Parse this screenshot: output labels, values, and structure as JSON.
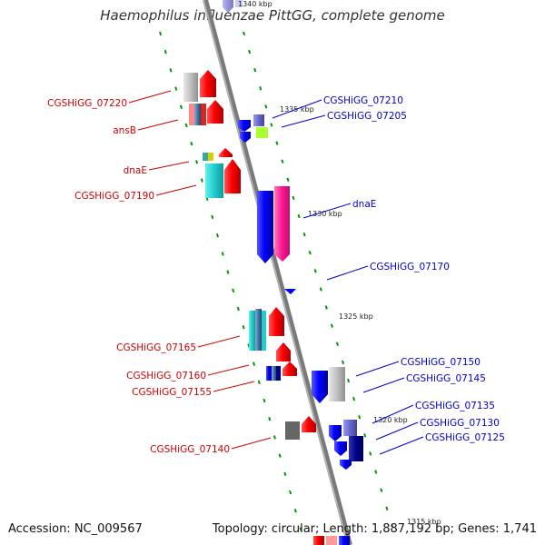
{
  "title": "Haemophilus influenzae PittGG, complete genome",
  "accession": "Accession: NC_009567",
  "summary": "Topology: circular; Length: 1,887,192 bp; Genes: 1,741",
  "ticks": [
    "1340 kbp",
    "1335 kbp",
    "1330 kbp",
    "1325 kbp",
    "1320 kbp",
    "1315 kbp"
  ],
  "left_labels": [
    "CGSHiGG_07220",
    "ansB",
    "dnaE",
    "CGSHiGG_07190",
    "CGSHiGG_07165",
    "CGSHiGG_07160",
    "CGSHiGG_07155",
    "CGSHiGG_07140"
  ],
  "right_labels": [
    "CGSHiGG_07210",
    "CGSHiGG_07205",
    "dnaE",
    "CGSHiGG_07170",
    "CGSHiGG_07150",
    "CGSHiGG_07145",
    "CGSHiGG_07135",
    "CGSHiGG_07130",
    "CGSHiGG_07125"
  ],
  "colors": {
    "left_label": "#cc0000",
    "right_label": "#0000cc",
    "backbone": "#808080",
    "dots": "#009900"
  }
}
